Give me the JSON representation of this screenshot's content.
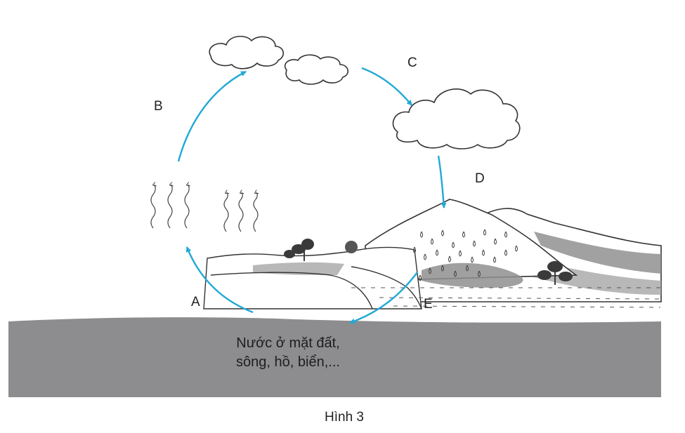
{
  "labels": {
    "a": "A",
    "b": "B",
    "c": "C",
    "d": "D",
    "e": "E"
  },
  "water": {
    "line1": "Nước ở mặt đất,",
    "line2": "sông, hồ, biển,..."
  },
  "caption": "Hình 3",
  "colors": {
    "arrow": "#22a9d6",
    "water_body": "#8d8d90",
    "stroke": "#333333",
    "ground_shade": "#7a7a7a"
  }
}
